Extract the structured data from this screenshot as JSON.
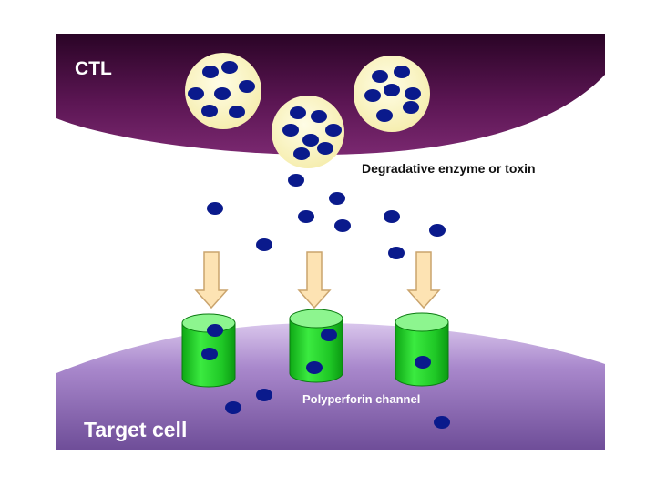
{
  "labels": {
    "ctl": "CTL",
    "enzyme": "Degradative enzyme or toxin",
    "channel": "Polyperforin channel",
    "target": "Target cell"
  },
  "colors": {
    "ctl_dark": "#3a0734",
    "ctl_mid": "#6b1e63",
    "target_light": "#c3a6d9",
    "target_dark": "#7d5ba6",
    "granule_fill": "#fbf6c6",
    "molecule": "#0a1a8c",
    "channel_green": "#27d62d",
    "channel_top": "#7df27f",
    "arrow_fill": "#fde3b3",
    "arrow_stroke": "#caa46d"
  },
  "icons": {
    "granule": "granule-icon",
    "molecule": "enzyme-molecule-icon",
    "channel": "perforin-channel-icon",
    "arrow": "down-arrow-icon"
  }
}
